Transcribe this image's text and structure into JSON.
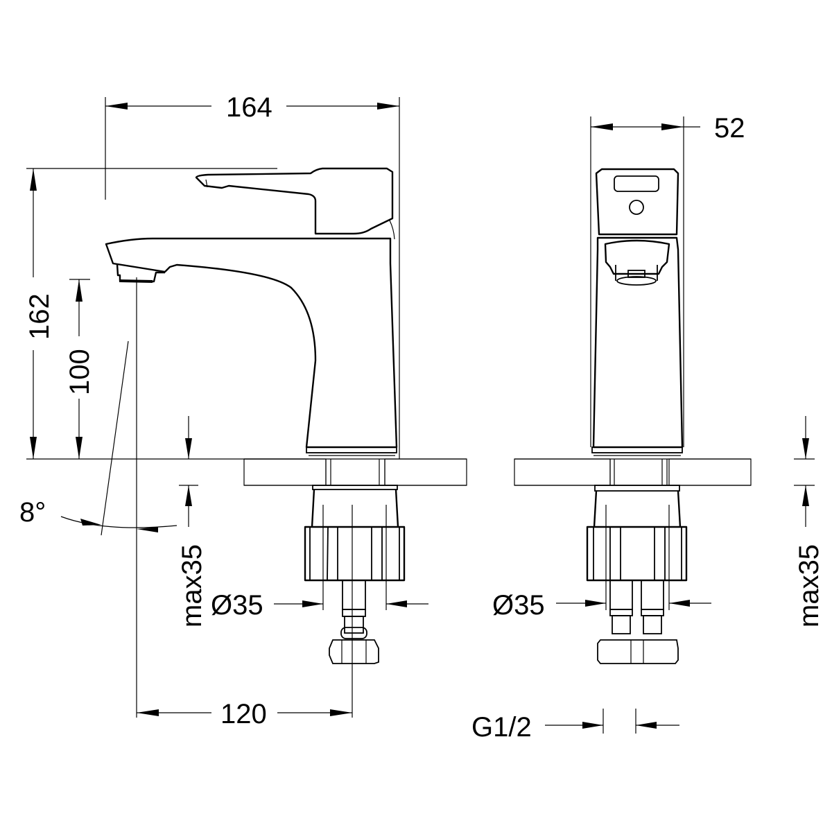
{
  "drawing": {
    "title": "Basin faucet dimension drawing",
    "views": [
      "side-view",
      "front-view"
    ],
    "line_color": "#000000",
    "background": "#ffffff"
  },
  "dimensions": {
    "overall_length": "164",
    "overall_height": "162",
    "spout_height": "100",
    "spout_reach": "120",
    "body_width": "52",
    "spout_angle": "8°",
    "mount_thickness_left": "max35",
    "mount_thickness_right": "max35",
    "mount_hole_left": "Ø35",
    "mount_hole_right": "Ø35",
    "connection_thread": "G1/2"
  }
}
